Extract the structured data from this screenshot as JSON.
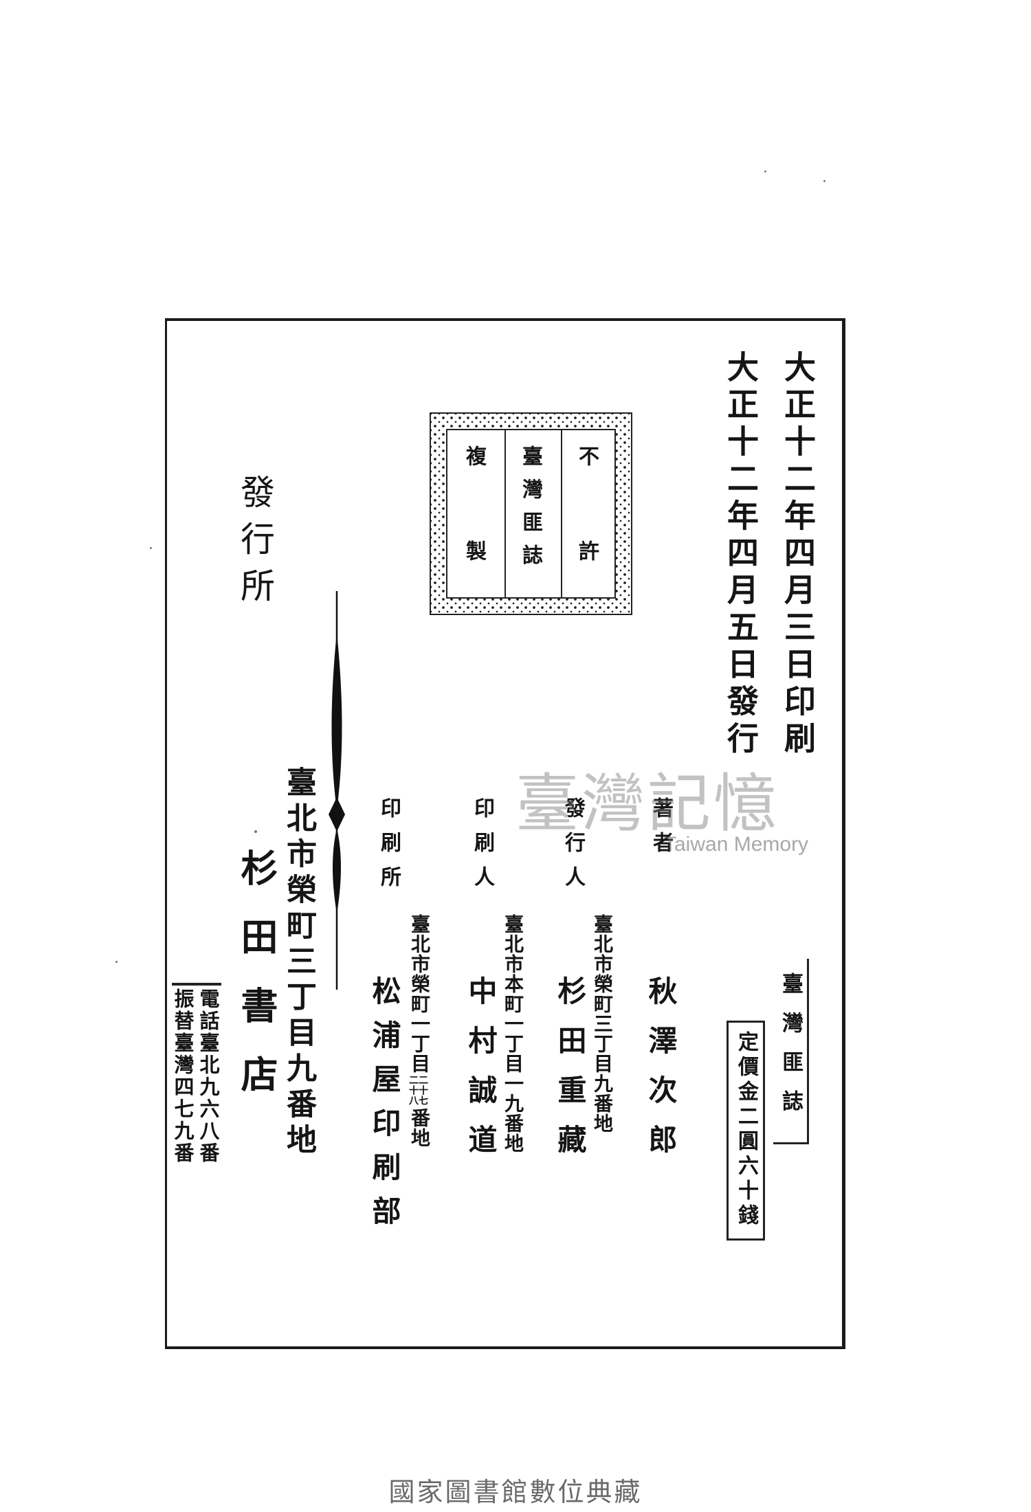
{
  "print_date": "大正十二年四月三日印刷",
  "publish_date": "大正十二年四月五日發行",
  "stamp": {
    "col1": "不許",
    "col2": "臺灣匪誌",
    "col3": "複製"
  },
  "title_box": "臺灣匪誌",
  "price_box": "定價金二圓六十錢",
  "author": {
    "label": "著者",
    "name": "秋澤次郎"
  },
  "publisher_person": {
    "label": "發行人",
    "address": "臺北市榮町三丁目九番地",
    "name": "杉田重藏"
  },
  "printer_person": {
    "label": "印刷人",
    "address": "臺北市本町一丁目一九番地",
    "name": "中村誠道"
  },
  "printing_office": {
    "label": "印刷所",
    "address_a": "臺北市榮町一丁目",
    "address_b1": "二十七",
    "address_b2": "二十八",
    "address_c": "番地",
    "name": "松浦屋印刷部"
  },
  "issuer": {
    "address": "臺北市榮町三丁目九番地",
    "label": "發行所",
    "name": "杉田書店",
    "phone": "電話臺北九六八番",
    "transfer": "振替臺灣四七九番"
  },
  "watermark": {
    "zh": "臺灣記憶",
    "en": "Taiwan Memory"
  },
  "footer": "國家圖書館數位典藏"
}
